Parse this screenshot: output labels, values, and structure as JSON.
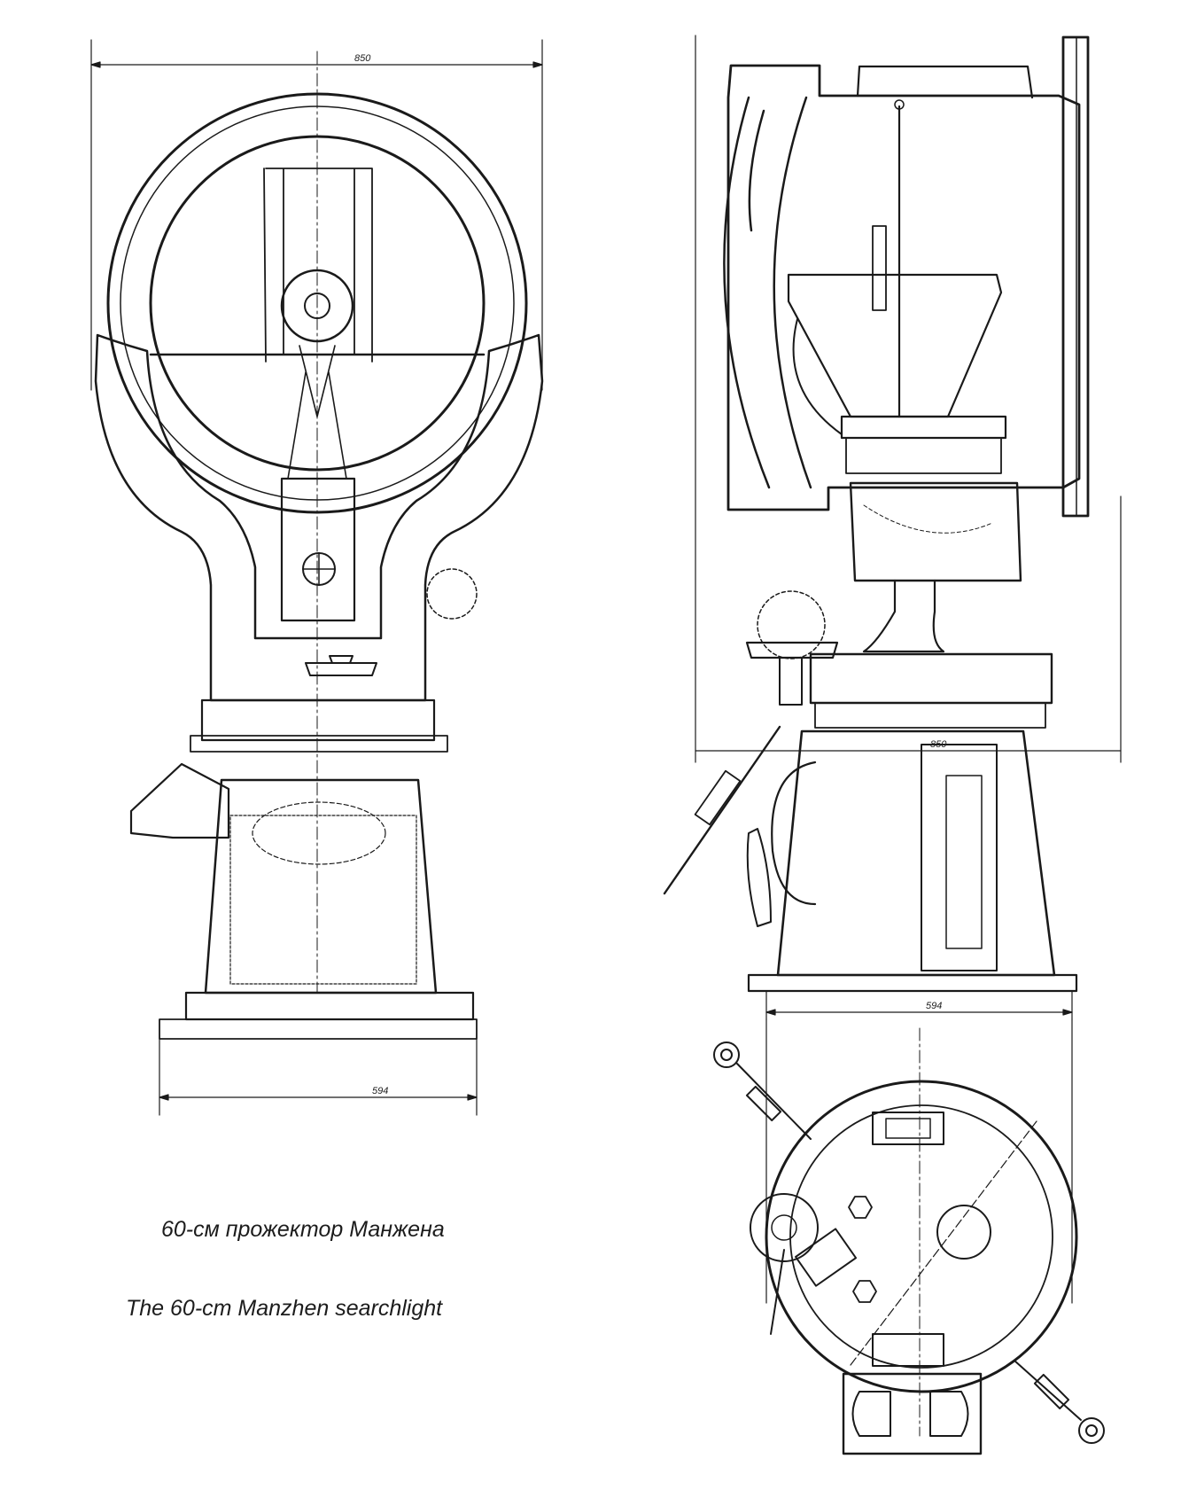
{
  "dimensions": {
    "front_width": "850",
    "front_base": "594",
    "side_width": "850",
    "side_base": "594"
  },
  "captions": {
    "russian": "60-см прожектор Манжена",
    "english": "The 60-cm Manzhen searchlight"
  }
}
